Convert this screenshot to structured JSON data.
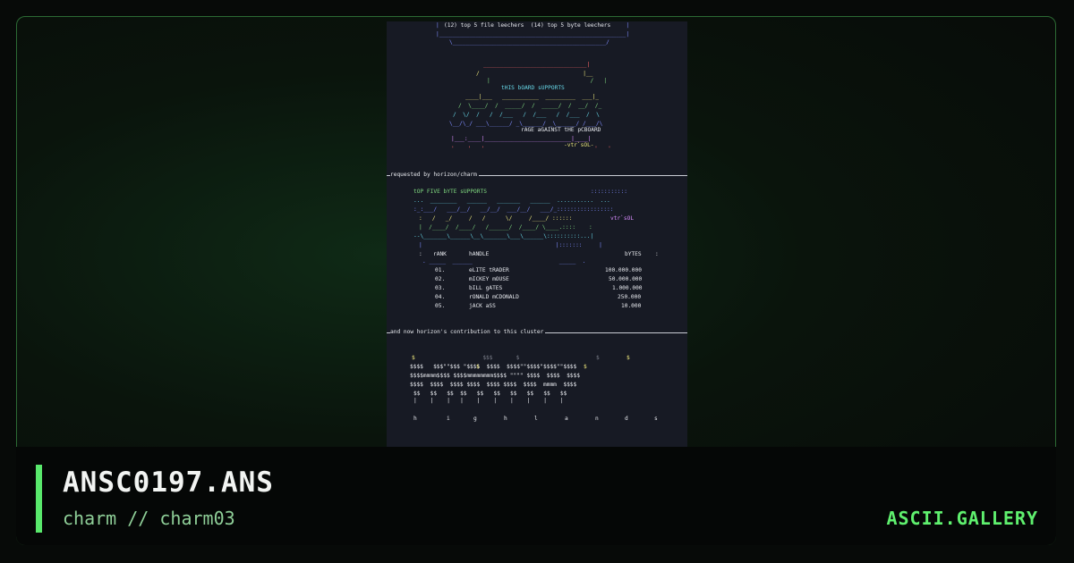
{
  "footer": {
    "title": "ANSC0197.ANS",
    "subtitle": "charm // charm03",
    "brand": "ASCII.GALLERY"
  },
  "art": {
    "header": "(12) top 5 file leechers  (14) top 5 byte leechers",
    "logo_title": "tHIS bOARD sUPPORTS",
    "logo_tag": "rAGE aGAINST tHE pCBOARD",
    "logo_sig": "-vtr`sOL-",
    "requested_by": "requested by horizon/charm",
    "table_title": "tOP FIVE bYTE sUPPORTS",
    "sig2": "vtr`sOL",
    "columns": [
      "rANK",
      "hANDLE",
      "bYTES"
    ],
    "rows": [
      {
        "rank": "01.",
        "handle": "eLITE tRADER",
        "bytes": "100.000.000"
      },
      {
        "rank": "02.",
        "handle": "mICKEY mOUSE",
        "bytes": "50.000.000"
      },
      {
        "rank": "03.",
        "handle": "bILL gATES",
        "bytes": "1.000.000"
      },
      {
        "rank": "04.",
        "handle": "rONALD mCDONALD",
        "bytes": "250.000"
      },
      {
        "rank": "05.",
        "handle": "jACK aSS",
        "bytes": "10.000"
      }
    ],
    "contribution": "and now horizon's contribution to this cluster",
    "letters": [
      "h",
      "i",
      "g",
      "h",
      "l",
      "a",
      "n",
      "d",
      "s"
    ]
  }
}
